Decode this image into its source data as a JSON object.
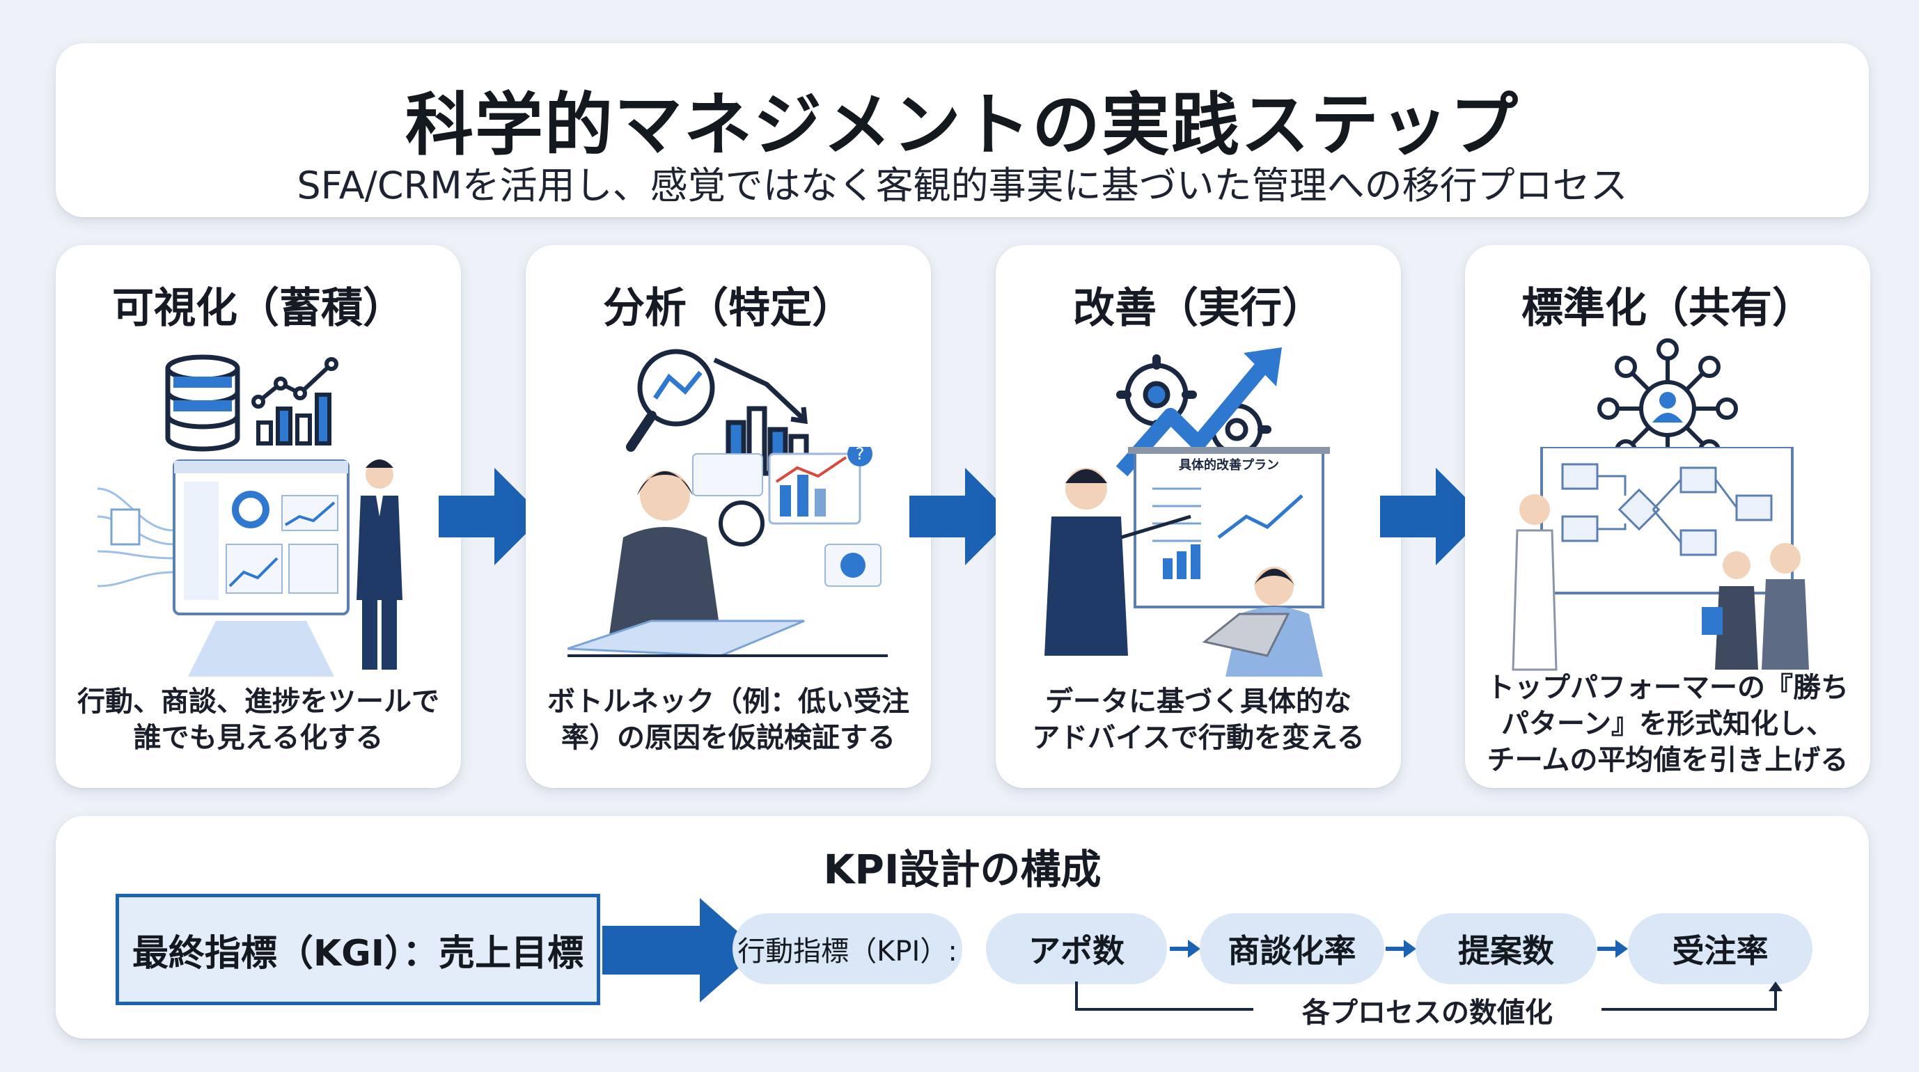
{
  "header": {
    "title": "科学的マネジメントの実践ステップ",
    "subtitle": "SFA/CRMを活用し、感覚ではなく客観的事実に基づいた管理への移行プロセス"
  },
  "steps": [
    {
      "title": "可視化（蓄積）",
      "icon": "database-chart-icon",
      "desc_lines": [
        "行動、商談、進捗をツールで",
        "誰でも見える化する"
      ]
    },
    {
      "title": "分析（特定）",
      "icon": "magnifier-chart-icon",
      "desc_lines": [
        "ボトルネック（例：低い受注",
        "率）の原因を仮説検証する"
      ]
    },
    {
      "title": "改善（実行）",
      "icon": "gears-growth-icon",
      "illustration_board_text": "具体的改善プラン",
      "desc_lines": [
        "データに基づく具体的な",
        "アドバイスで行動を変える"
      ]
    },
    {
      "title": "標準化（共有）",
      "icon": "network-user-icon",
      "desc_lines": [
        "トップパフォーマーの『勝ち",
        "パターン』を形式知化し、",
        "チームの平均値を引き上げる"
      ]
    }
  ],
  "kpi": {
    "title": "KPI設計の構成",
    "kgi_label": "最終指標（KGI）：売上目標",
    "kpi_label": "行動指標（KPI）:",
    "metrics": [
      "アポ数",
      "商談化率",
      "提案数",
      "受注率"
    ],
    "bracket_label": "各プロセスの数値化"
  },
  "colors": {
    "accent": "#1b62b4",
    "pill": "#d9e7f7",
    "kgi_fill": "#e3edf9",
    "background": "#eef2f8"
  }
}
